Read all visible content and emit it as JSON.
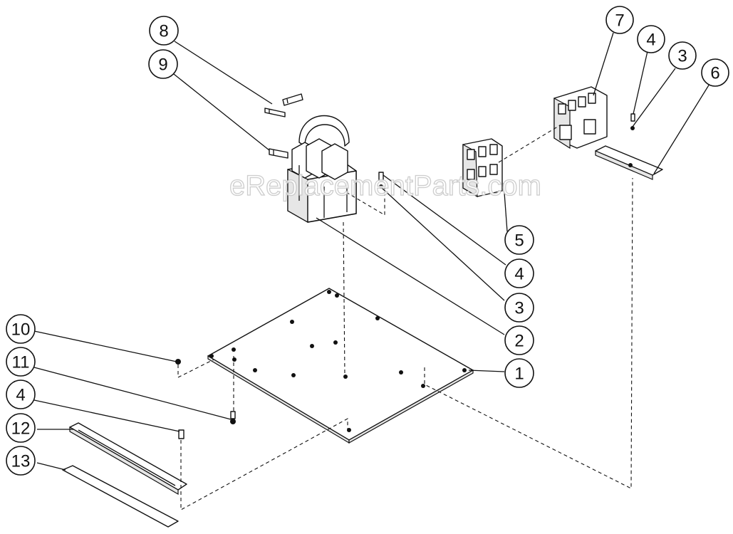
{
  "diagram": {
    "watermark": "eReplacementParts.com",
    "callouts": {
      "c8": "8",
      "c9": "9",
      "c7": "7",
      "c4_top": "4",
      "c3_top": "3",
      "c6": "6",
      "c5": "5",
      "c4_mid": "4",
      "c3_mid": "3",
      "c2": "2",
      "c1": "1",
      "c10": "10",
      "c11": "11",
      "c4_low": "4",
      "c12": "12",
      "c13": "13"
    }
  }
}
